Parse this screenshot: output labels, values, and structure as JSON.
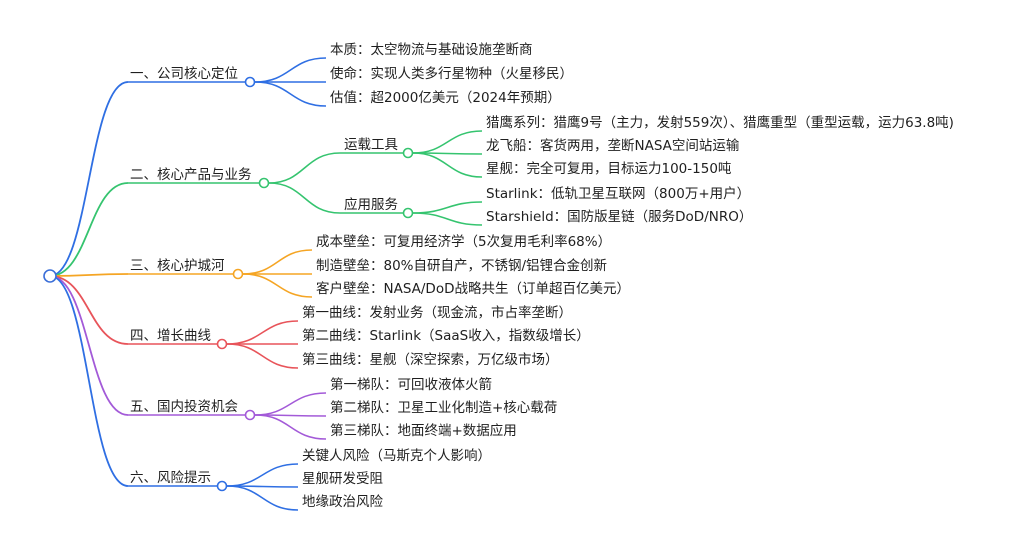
{
  "colors": {
    "root": "#3b6fd8",
    "b1": "#2f6fe3",
    "b2": "#35c46f",
    "b3": "#f5a524",
    "b4": "#e8545a",
    "b5": "#a35ad8",
    "b6": "#2f6fe3"
  },
  "branches": [
    {
      "label": "一、公司核心定位",
      "children": [
        {
          "label": "本质：太空物流与基础设施垄断商"
        },
        {
          "label": "使命：实现人类多行星物种（火星移民）"
        },
        {
          "label": "估值：超2000亿美元（2024年预期）"
        }
      ]
    },
    {
      "label": "二、核心产品与业务",
      "children": [
        {
          "label": "运载工具",
          "children": [
            {
              "label": "猎鹰系列：猎鹰9号（主力，发射559次）、猎鹰重型（重型运载，运力63.8吨)"
            },
            {
              "label": "龙飞船：客货两用，垄断NASA空间站运输"
            },
            {
              "label": "星舰：完全可复用，目标运力100-150吨"
            }
          ]
        },
        {
          "label": "应用服务",
          "children": [
            {
              "label": "Starlink：低轨卫星互联网（800万+用户）"
            },
            {
              "label": "Starshield：国防版星链（服务DoD/NRO）"
            }
          ]
        }
      ]
    },
    {
      "label": "三、核心护城河",
      "children": [
        {
          "label": "成本壁垒：可复用经济学（5次复用毛利率68%）"
        },
        {
          "label": "制造壁垒：80%自研自产，不锈钢/铝锂合金创新"
        },
        {
          "label": "客户壁垒：NASA/DoD战略共生（订单超百亿美元）"
        }
      ]
    },
    {
      "label": "四、增长曲线",
      "children": [
        {
          "label": "第一曲线：发射业务（现金流，市占率垄断）"
        },
        {
          "label": "第二曲线：Starlink（SaaS收入，指数级增长）"
        },
        {
          "label": "第三曲线：星舰（深空探索，万亿级市场）"
        }
      ]
    },
    {
      "label": "五、国内投资机会",
      "children": [
        {
          "label": "第一梯队：可回收液体火箭"
        },
        {
          "label": "第二梯队：卫星工业化制造+核心载荷"
        },
        {
          "label": "第三梯队：地面终端+数据应用"
        }
      ]
    },
    {
      "label": "六、风险提示",
      "children": [
        {
          "label": "关键人风险（马斯克个人影响）"
        },
        {
          "label": "星舰研发受阻"
        },
        {
          "label": "地缘政治风险"
        }
      ]
    }
  ]
}
